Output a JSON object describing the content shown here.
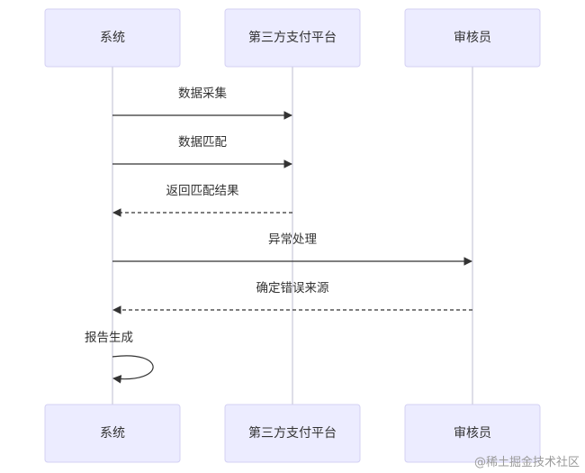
{
  "actors": [
    {
      "id": "sys",
      "label": "系统"
    },
    {
      "id": "pay",
      "label": "第三方支付平台"
    },
    {
      "id": "rev",
      "label": "审核员"
    }
  ],
  "messages": [
    {
      "from": "sys",
      "to": "pay",
      "label": "数据采集",
      "style": "solid"
    },
    {
      "from": "sys",
      "to": "pay",
      "label": "数据匹配",
      "style": "solid"
    },
    {
      "from": "pay",
      "to": "sys",
      "label": "返回匹配结果",
      "style": "dashed"
    },
    {
      "from": "sys",
      "to": "rev",
      "label": "异常处理",
      "style": "solid"
    },
    {
      "from": "rev",
      "to": "sys",
      "label": "确定错误来源",
      "style": "dashed"
    },
    {
      "from": "sys",
      "to": "sys",
      "label": "报告生成",
      "style": "self"
    }
  ],
  "watermark": "@稀土掘金技术社区",
  "colors": {
    "actor_fill": "#ECECFF",
    "actor_border": "#D3D0F3",
    "line": "#333333",
    "lifeline": "#C8C8D8"
  }
}
